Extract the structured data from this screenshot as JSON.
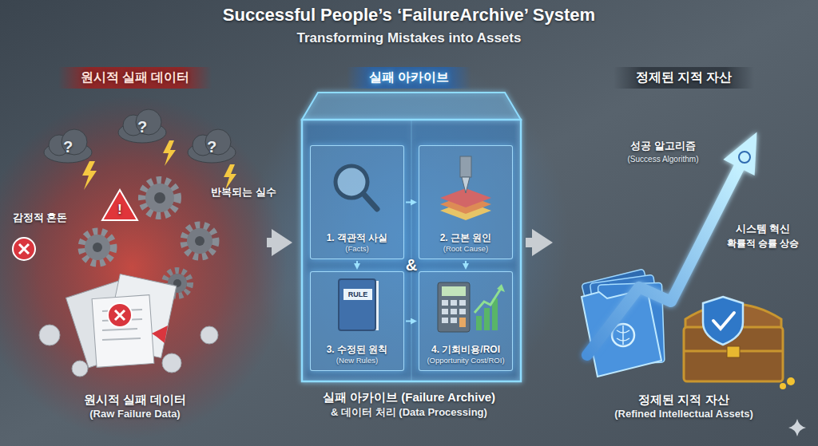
{
  "diagram": {
    "title": "Successful People’s ‘FailureArchive’ System",
    "nodes": [
      {
        "text": [
          "원시적 실패 데이터",
          "원시적 실패 데이터",
          "(Raw Failure Data)"
        ]
      },
      {
        "text": [
          "실패 아카이브",
          "실패 아카이브 (Failure Archive)",
          "& 데이터 처리 (Data Processing)"
        ]
      },
      {
        "text": [
          "1. 객관적 사실",
          "(Facts)"
        ],
        "in": 1
      },
      {
        "text": [
          "2. 근본 원인",
          "(Root Cause)"
        ],
        "in": 1
      },
      {
        "text": [
          "3. 수정된 원칙",
          "(New Rules)"
        ],
        "in": 1
      },
      {
        "text": [
          "4. 기회비용/ROI",
          "(Opportunity Cost/ROI)"
        ],
        "in": 1
      },
      {
        "text": [
          "정제된 지적 자산",
          "정제된 지적 자산",
          "(Refined Intellectual Assets)"
        ]
      }
    ],
    "edges": [
      {
        "from": 0,
        "to": 1,
        "arrow": "to"
      },
      {
        "from": 2,
        "to": 3,
        "arrow": "to"
      },
      {
        "from": 2,
        "to": 4,
        "arrow": "to"
      },
      {
        "from": 3,
        "to": 5,
        "arrow": "to"
      },
      {
        "from": 4,
        "to": 5,
        "arrow": "to"
      },
      {
        "from": 1,
        "to": 6,
        "arrow": "to"
      }
    ],
    "labels": [
      "Transforming Mistakes into Assets",
      "?",
      "?",
      "?",
      "!",
      "감정적 혼돈",
      "반복되는 실수",
      "&",
      "RULE",
      "성공 알고리즘",
      "(Success Algorithm)",
      "시스템 혁신",
      "확률적 승률 상승"
    ]
  }
}
